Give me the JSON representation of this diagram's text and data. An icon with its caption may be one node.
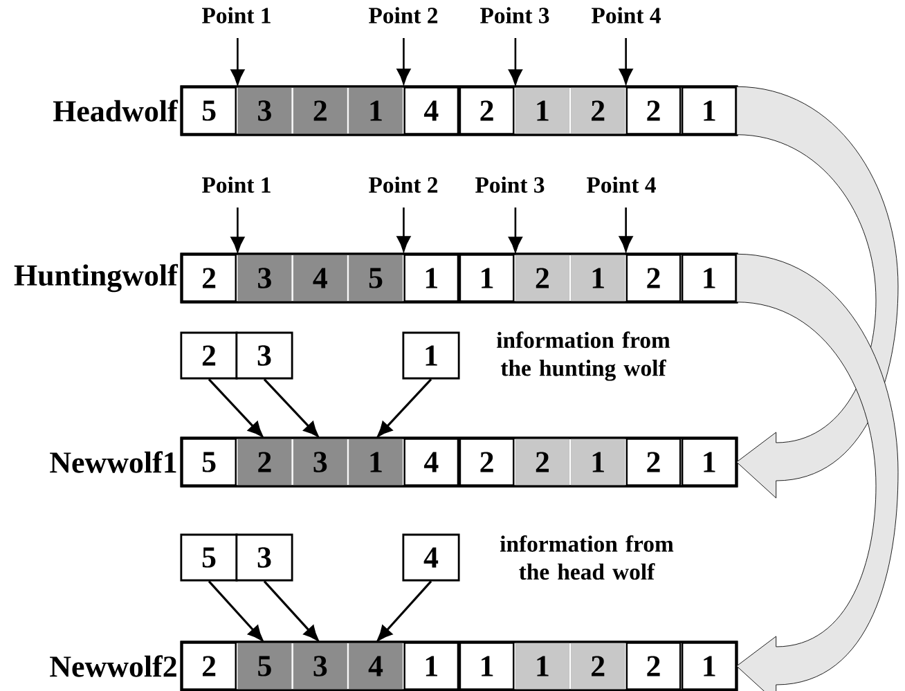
{
  "diagram": {
    "nodes": [
      {
        "text": [
          "Point 1"
        ]
      },
      {
        "text": [
          "Point 2"
        ]
      },
      {
        "text": [
          "Point 3"
        ]
      },
      {
        "text": [
          "Point 4"
        ]
      },
      {
        "text": [
          "Headwolf"
        ]
      },
      {
        "text": [
          "5"
        ],
        "in": 4
      },
      {
        "text": [
          "3"
        ],
        "in": 4
      },
      {
        "text": [
          "2"
        ],
        "in": 4
      },
      {
        "text": [
          "1"
        ],
        "in": 4
      },
      {
        "text": [
          "4"
        ],
        "in": 4
      },
      {
        "text": [
          "2"
        ],
        "in": 4
      },
      {
        "text": [
          "1"
        ],
        "in": 4
      },
      {
        "text": [
          "2"
        ],
        "in": 4
      },
      {
        "text": [
          "2"
        ],
        "in": 4
      },
      {
        "text": [
          "1"
        ],
        "in": 4
      },
      {
        "text": [
          "Point 1"
        ]
      },
      {
        "text": [
          "Point 2"
        ]
      },
      {
        "text": [
          "Point 3"
        ]
      },
      {
        "text": [
          "Point 4"
        ]
      },
      {
        "text": [
          "Huntingwolf"
        ]
      },
      {
        "text": [
          "2"
        ],
        "in": 19
      },
      {
        "text": [
          "3"
        ],
        "in": 19
      },
      {
        "text": [
          "4"
        ],
        "in": 19
      },
      {
        "text": [
          "5"
        ],
        "in": 19
      },
      {
        "text": [
          "1"
        ],
        "in": 19
      },
      {
        "text": [
          "1"
        ],
        "in": 19
      },
      {
        "text": [
          "2"
        ],
        "in": 19
      },
      {
        "text": [
          "1"
        ],
        "in": 19
      },
      {
        "text": [
          "2"
        ],
        "in": 19
      },
      {
        "text": [
          "1"
        ],
        "in": 19
      },
      {
        "text": [
          "2"
        ]
      },
      {
        "text": [
          "3"
        ]
      },
      {
        "text": [
          "1"
        ]
      },
      {
        "text": [
          "Newwolf1"
        ]
      },
      {
        "text": [
          "5"
        ],
        "in": 33
      },
      {
        "text": [
          "2"
        ],
        "in": 33
      },
      {
        "text": [
          "3"
        ],
        "in": 33
      },
      {
        "text": [
          "1"
        ],
        "in": 33
      },
      {
        "text": [
          "4"
        ],
        "in": 33
      },
      {
        "text": [
          "2"
        ],
        "in": 33
      },
      {
        "text": [
          "2"
        ],
        "in": 33
      },
      {
        "text": [
          "1"
        ],
        "in": 33
      },
      {
        "text": [
          "2"
        ],
        "in": 33
      },
      {
        "text": [
          "1"
        ],
        "in": 33
      },
      {
        "text": [
          "5"
        ]
      },
      {
        "text": [
          "3"
        ]
      },
      {
        "text": [
          "4"
        ]
      },
      {
        "text": [
          "Newwolf2"
        ]
      },
      {
        "text": [
          "2"
        ],
        "in": 47
      },
      {
        "text": [
          "5"
        ],
        "in": 47
      },
      {
        "text": [
          "3"
        ],
        "in": 47
      },
      {
        "text": [
          "4"
        ],
        "in": 47
      },
      {
        "text": [
          "1"
        ],
        "in": 47
      },
      {
        "text": [
          "1"
        ],
        "in": 47
      },
      {
        "text": [
          "1"
        ],
        "in": 47
      },
      {
        "text": [
          "2"
        ],
        "in": 47
      },
      {
        "text": [
          "2"
        ],
        "in": 47
      },
      {
        "text": [
          "1"
        ],
        "in": 47
      }
    ],
    "edges": [
      {
        "from": 0,
        "to": 6,
        "arrow": "to"
      },
      {
        "from": 1,
        "to": 9,
        "arrow": "to"
      },
      {
        "from": 2,
        "to": 11,
        "arrow": "to"
      },
      {
        "from": 3,
        "to": 13,
        "arrow": "to"
      },
      {
        "from": 15,
        "to": 21,
        "arrow": "to"
      },
      {
        "from": 16,
        "to": 24,
        "arrow": "to"
      },
      {
        "from": 17,
        "to": 26,
        "arrow": "to"
      },
      {
        "from": 18,
        "to": 28,
        "arrow": "to"
      },
      {
        "from": 30,
        "to": 35,
        "arrow": "to"
      },
      {
        "from": 31,
        "to": 36,
        "arrow": "to"
      },
      {
        "from": 32,
        "to": 37,
        "arrow": "to"
      },
      {
        "from": 44,
        "to": 49,
        "arrow": "to"
      },
      {
        "from": 45,
        "to": 50,
        "arrow": "to"
      },
      {
        "from": 46,
        "to": 51,
        "arrow": "to"
      },
      {
        "from": 14,
        "to": 43,
        "arrow": "to"
      },
      {
        "from": 29,
        "to": 57,
        "arrow": "to"
      }
    ],
    "labels": [
      "information from the hunting wolf",
      "information from the head wolf"
    ]
  }
}
